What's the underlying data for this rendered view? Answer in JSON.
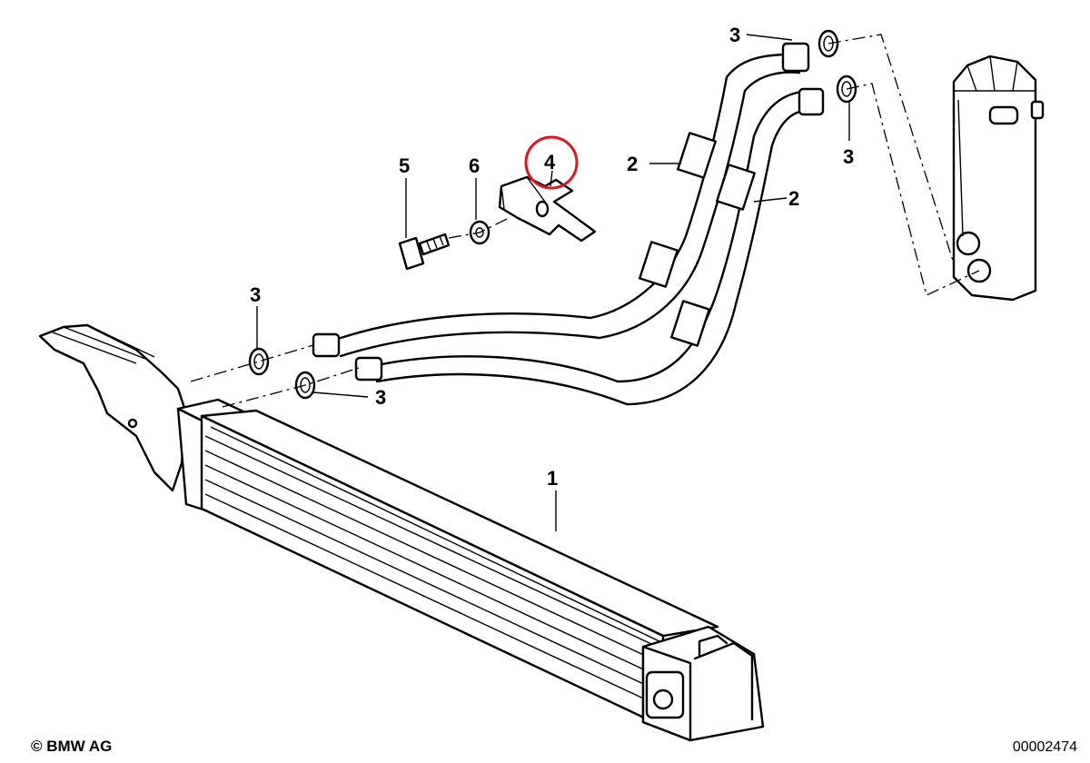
{
  "callouts": {
    "part_1": "1",
    "part_2_upper": "2",
    "part_2_lower": "2",
    "part_3_top": "3",
    "part_3_right": "3",
    "part_3_left": "3",
    "part_3_bottom": "3",
    "part_4": "4",
    "part_5": "5",
    "part_6": "6"
  },
  "highlight": {
    "target": "4",
    "color": "#e0141e"
  },
  "footer": {
    "copyright": "© BMW AG",
    "drawing_id": "00002474"
  }
}
